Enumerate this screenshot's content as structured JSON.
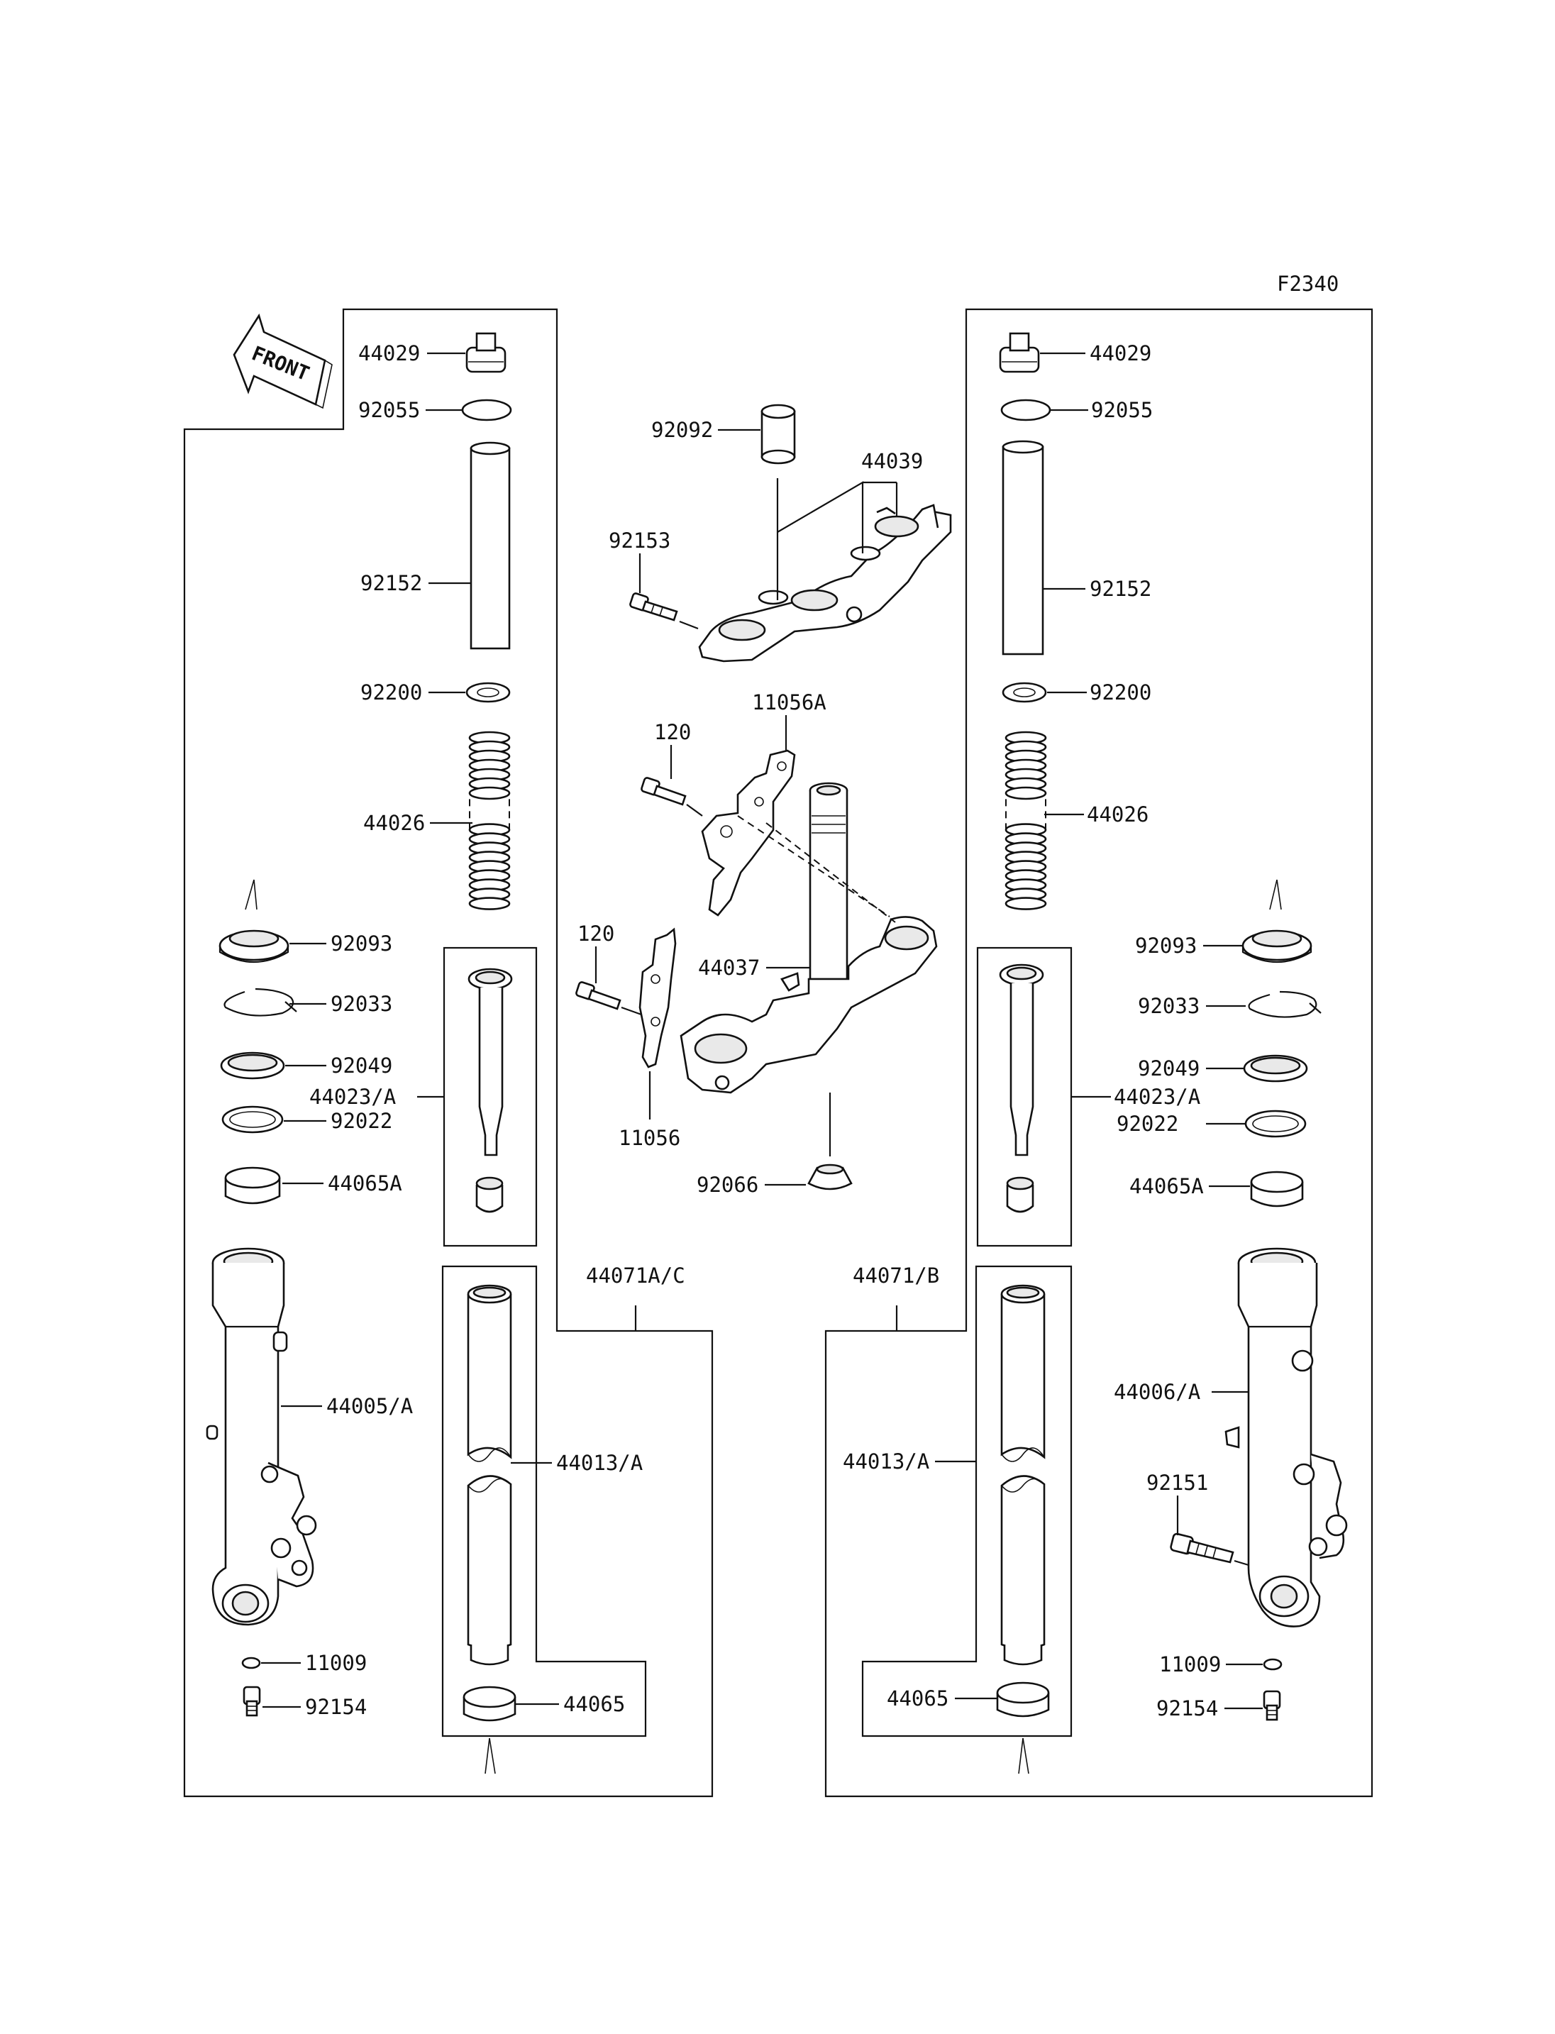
{
  "diagram_code": "F2340",
  "front_label": "FRONT",
  "left_assembly": {
    "group_label": "44071A/C",
    "parts": {
      "p44029": "44029",
      "p92055": "92055",
      "p92152": "92152",
      "p92200": "92200",
      "p44026": "44026",
      "p92093": "92093",
      "p92033": "92033",
      "p92049": "92049",
      "p44023": "44023/A",
      "p92022": "92022",
      "p44065A": "44065A",
      "p44005": "44005/A",
      "p44013": "44013/A",
      "p11009": "11009",
      "p92154": "92154",
      "p44065": "44065"
    }
  },
  "right_assembly": {
    "group_label": "44071/B",
    "parts": {
      "p44029": "44029",
      "p92055": "92055",
      "p92152": "92152",
      "p92200": "92200",
      "p44026": "44026",
      "p92093": "92093",
      "p92033": "92033",
      "p92049": "92049",
      "p44023": "44023/A",
      "p92022": "92022",
      "p44065A": "44065A",
      "p44006": "44006/A",
      "p44013": "44013/A",
      "p92151": "92151",
      "p11009": "11009",
      "p92154": "92154",
      "p44065": "44065"
    }
  },
  "center_assembly": {
    "parts": {
      "p92092": "92092",
      "p44039": "44039",
      "p92153": "92153",
      "p11056A": "11056A",
      "p120a": "120",
      "p120b": "120",
      "p44037": "44037",
      "p11056": "11056",
      "p92066": "92066"
    }
  }
}
